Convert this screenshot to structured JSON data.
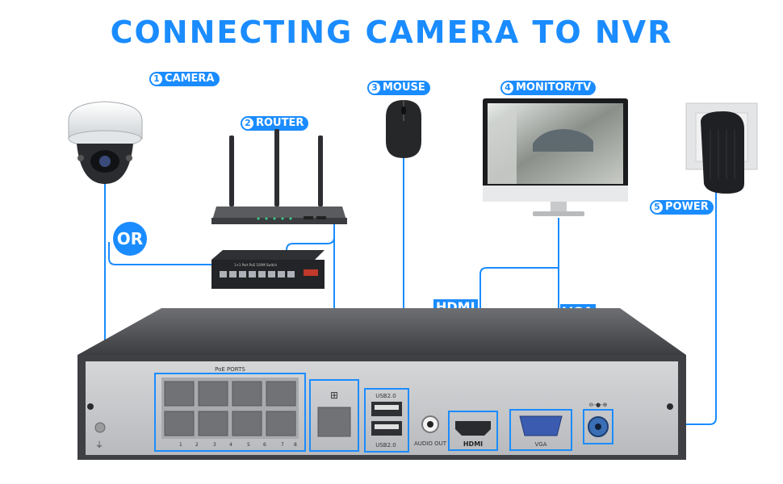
{
  "title": "CONNECTING CAMERA TO NVR",
  "labels": {
    "camera": {
      "num": "1",
      "text": "CAMERA"
    },
    "router": {
      "num": "2",
      "text": "ROUTER"
    },
    "mouse": {
      "num": "3",
      "text": "MOUSE"
    },
    "monitor": {
      "num": "4",
      "text": "MONITOR/TV"
    },
    "power": {
      "num": "5",
      "text": "POWER"
    },
    "or": "OR",
    "hdmi": "HDMI",
    "vga": "VGA"
  },
  "nvr": {
    "poe_ports": "PoE PORTS",
    "port_numbers": [
      "1",
      "2",
      "3",
      "4",
      "5",
      "6",
      "7",
      "8"
    ],
    "usb_top": "USB2.0",
    "usb_bottom": "USB2.0",
    "audio_out": "AUDIO OUT",
    "hdmi_port": "HDMI",
    "vga_port": "VGA",
    "power_symbol": "⊖-●-⊕"
  },
  "switch_label": "1+1 Port PoE 100M Switch",
  "colors": {
    "accent": "#1a8cff",
    "nvr_panel": "#c8c9cb",
    "nvr_body": "#4a4a4c"
  }
}
